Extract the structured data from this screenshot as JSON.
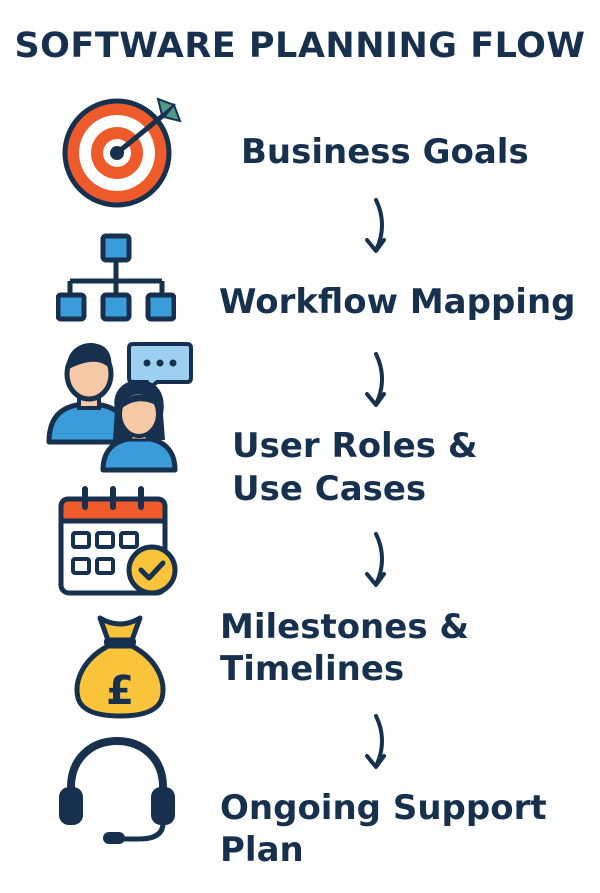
{
  "title": "SOFTWARE PLANNING FLOW",
  "steps": [
    {
      "label": "Business Goals",
      "icon": "target-icon"
    },
    {
      "label": "Workflow Mapping",
      "icon": "hierarchy-icon"
    },
    {
      "label_lines": [
        "User Roles &",
        "Use Cases"
      ],
      "icon": "users-chat-icon"
    },
    {
      "label_lines": [
        "Milestones &",
        "Timelines"
      ],
      "icon": "calendar-check-icon"
    },
    {
      "label_lines": [
        "Ongoing Support",
        "Plan"
      ],
      "icon": "headset-icon"
    }
  ],
  "money_bag_symbol": "£",
  "colors": {
    "navy": "#16304e",
    "orange": "#ef5a2a",
    "teal": "#4f9a86",
    "blue": "#3a9bd9",
    "light_blue": "#9dd0f0",
    "skin": "#f6c9a6",
    "yellow": "#f9c33c"
  }
}
